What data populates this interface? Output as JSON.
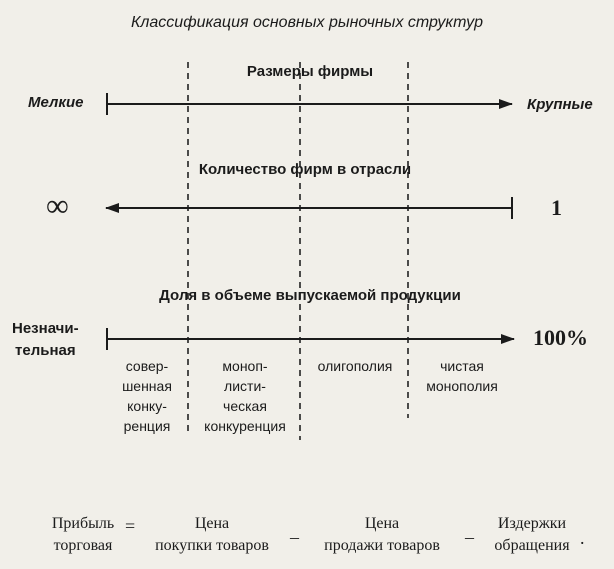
{
  "title": "Классификация основных рыночных структур",
  "scales": {
    "size": {
      "heading": "Размеры фирмы",
      "left": "Мелкие",
      "right": "Крупные"
    },
    "count": {
      "heading": "Количество фирм в отрасли",
      "left": "∞",
      "right": "1"
    },
    "share": {
      "heading": "Доля в объеме выпускаемой продукции",
      "left": "Незначи-\nтельная",
      "right": "100%"
    }
  },
  "categories": [
    "совер-\nшенная\nконку-\nренция",
    "моноп-\nлисти-\nческая\nконкуренция",
    "олигополия",
    "чистая\nмонополия"
  ],
  "formula": {
    "profit": "Прибыль\nторговая",
    "eq": "=",
    "buy": "Цена\nпокупки товаров",
    "minus1": "–",
    "sell": "Цена\nпродажи товаров",
    "minus2": "–",
    "costs": "Издержки\nобращения",
    "end": "."
  }
}
